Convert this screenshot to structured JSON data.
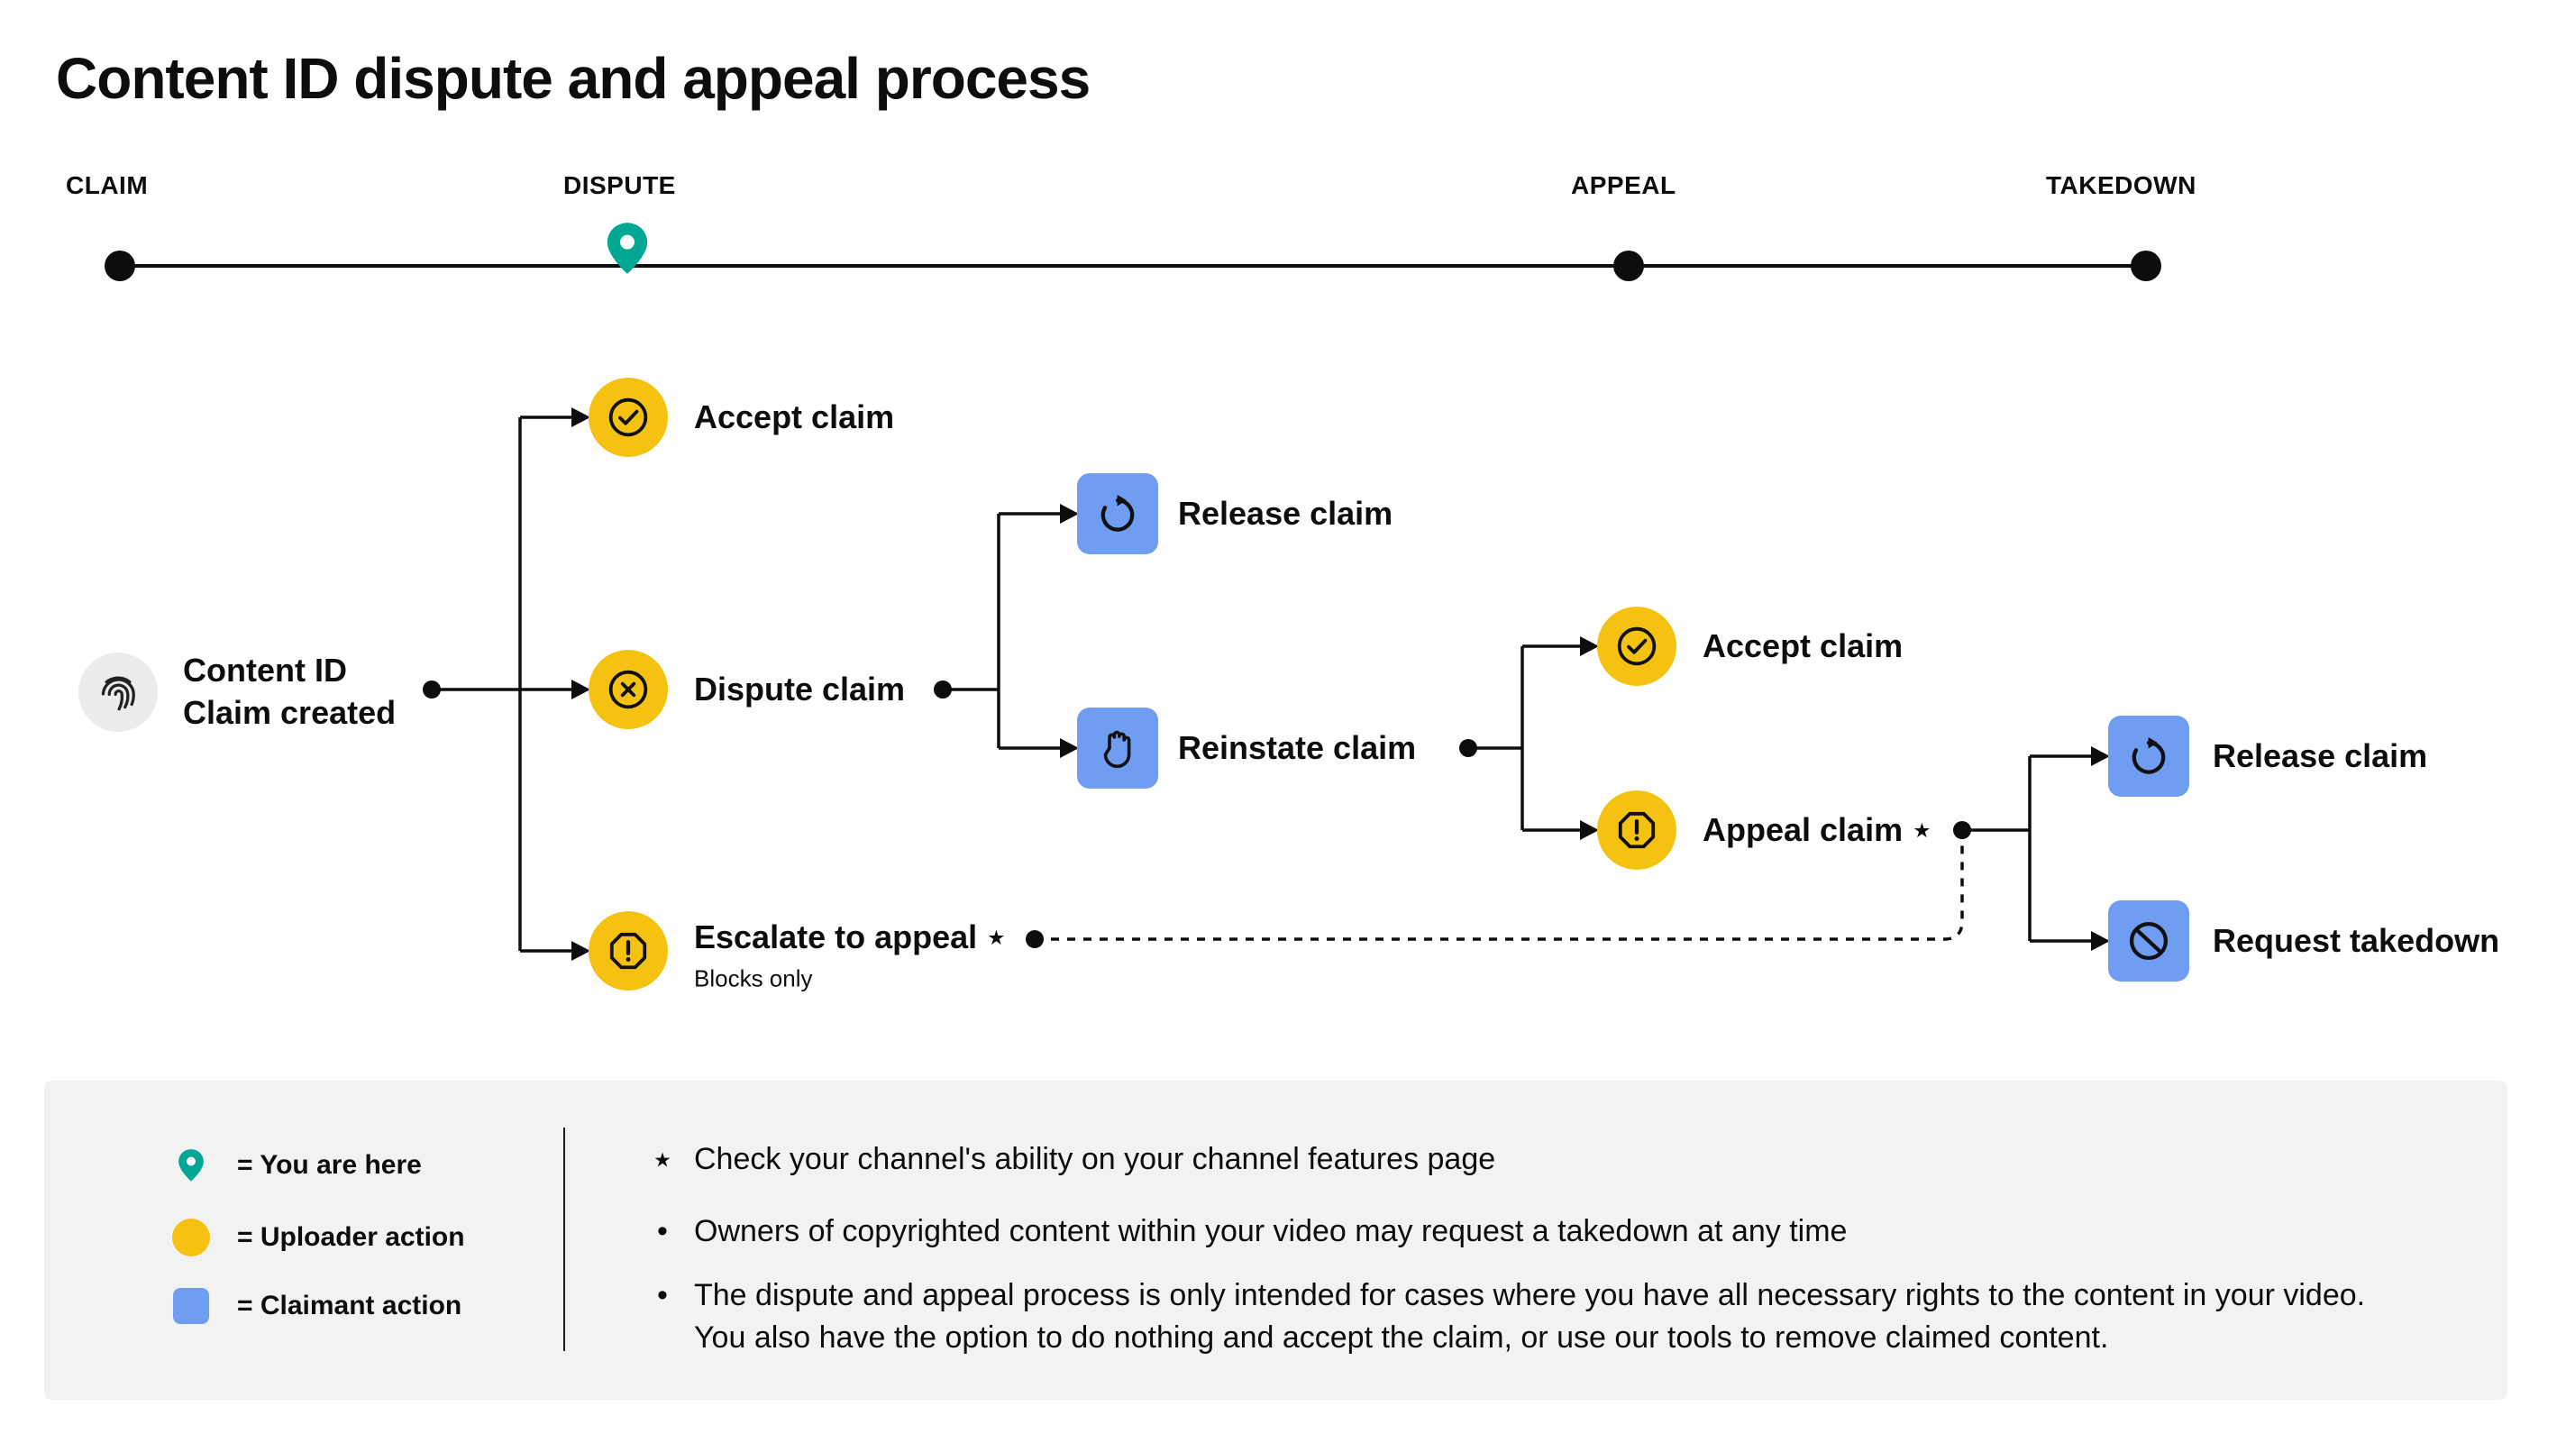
{
  "page": {
    "title": "Content ID dispute and appeal process"
  },
  "timeline": {
    "current": "DISPUTE",
    "stages": [
      {
        "label": "CLAIM"
      },
      {
        "label": "DISPUTE"
      },
      {
        "label": "APPEAL"
      },
      {
        "label": "TAKEDOWN"
      }
    ]
  },
  "flow": {
    "start": {
      "line1": "Content ID",
      "line2": "Claim created",
      "icon": "fingerprint-icon"
    },
    "nodes": {
      "accept1": {
        "label": "Accept claim",
        "icon": "check-circle-icon",
        "actor": "uploader"
      },
      "dispute": {
        "label": "Dispute claim",
        "icon": "cancel-circle-icon",
        "actor": "uploader"
      },
      "escalate": {
        "label": "Escalate to appeal ⋆",
        "sublabel": "Blocks only",
        "icon": "report-octagon-icon",
        "actor": "uploader"
      },
      "release1": {
        "label": "Release claim",
        "icon": "rotate-arrow-icon",
        "actor": "claimant"
      },
      "reinstate": {
        "label": "Reinstate claim",
        "icon": "hand-icon",
        "actor": "claimant"
      },
      "accept2": {
        "label": "Accept claim",
        "icon": "check-circle-icon",
        "actor": "uploader"
      },
      "appeal": {
        "label": "Appeal claim ⋆",
        "icon": "report-octagon-icon",
        "actor": "uploader"
      },
      "release2": {
        "label": "Release claim",
        "icon": "rotate-arrow-icon",
        "actor": "claimant"
      },
      "takedown": {
        "label": "Request takedown",
        "icon": "block-icon",
        "actor": "claimant"
      }
    }
  },
  "legend": {
    "items": [
      {
        "symbol": "you-are-here-pin",
        "label": "= You are here"
      },
      {
        "symbol": "uploader-yellow-circle",
        "label": "= Uploader action"
      },
      {
        "symbol": "claimant-blue-square",
        "label": "= Claimant action"
      }
    ],
    "notes": [
      {
        "marker": "⋆",
        "text": "Check your channel's ability on your channel features page"
      },
      {
        "marker": "•",
        "text": "Owners of copyrighted content within your video may request a takedown at any time"
      },
      {
        "marker": "•",
        "text": "The dispute and appeal process is only intended for cases where you have all necessary rights to the content in your video. You also have the option to do nothing and accept the claim, or use our tools to remove claimed content."
      }
    ]
  },
  "colors": {
    "uploader_yellow": "#F5C211",
    "claimant_blue": "#6F9DF2",
    "here_teal": "#00A794",
    "legend_bg": "#F2F2F2",
    "ink": "#0d0d0d"
  }
}
